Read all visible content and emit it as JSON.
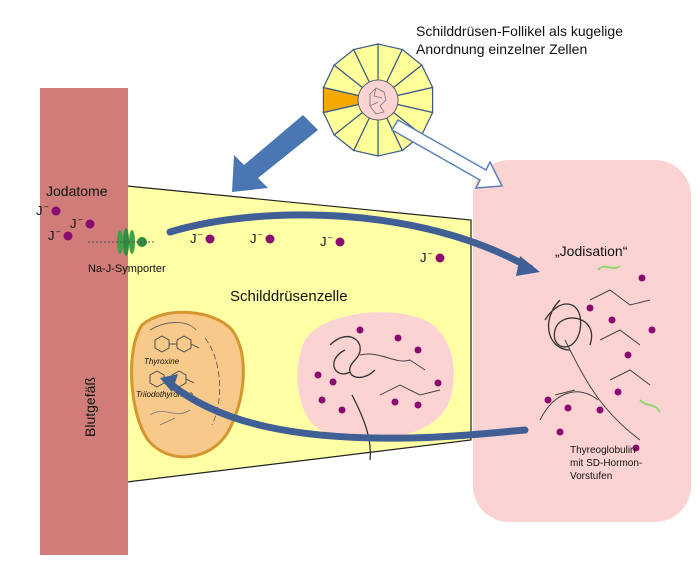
{
  "title_line1": "Schilddrüsen-Follikel als kugelige",
  "title_line2": "Anordnung einzelner Zellen",
  "iodine_atoms_label": "Jodatome",
  "iodide_symbol": "J",
  "iodide_charge": "–",
  "symporter_label": "Na-J-Symporter",
  "cell_label": "Schilddrüsenzelle",
  "blood_vessel_label": "Blutgefäß",
  "iodination_label": "„Jodisation“",
  "hormone_labels": [
    "Thyroxine",
    "Triiodothyronine"
  ],
  "thyroglobulin_label": [
    "Thyreoglobulin",
    "mit SD-Hormon-",
    "Vorstufen"
  ],
  "colors": {
    "vessel": "#d07c78",
    "cell": "#ffffa6",
    "lumen": "#fcd3d3",
    "follicle_cell": "#ffff99",
    "highlight_cell": "#f5a800",
    "arrow": "#4a76b4",
    "iodide": "#8a0b6f",
    "symporter": "#3aa34a",
    "vesicle": "#f7c98a"
  },
  "icons": [
    "follicle-icon",
    "thyroglobulin-molecule-icon",
    "symporter-icon"
  ]
}
